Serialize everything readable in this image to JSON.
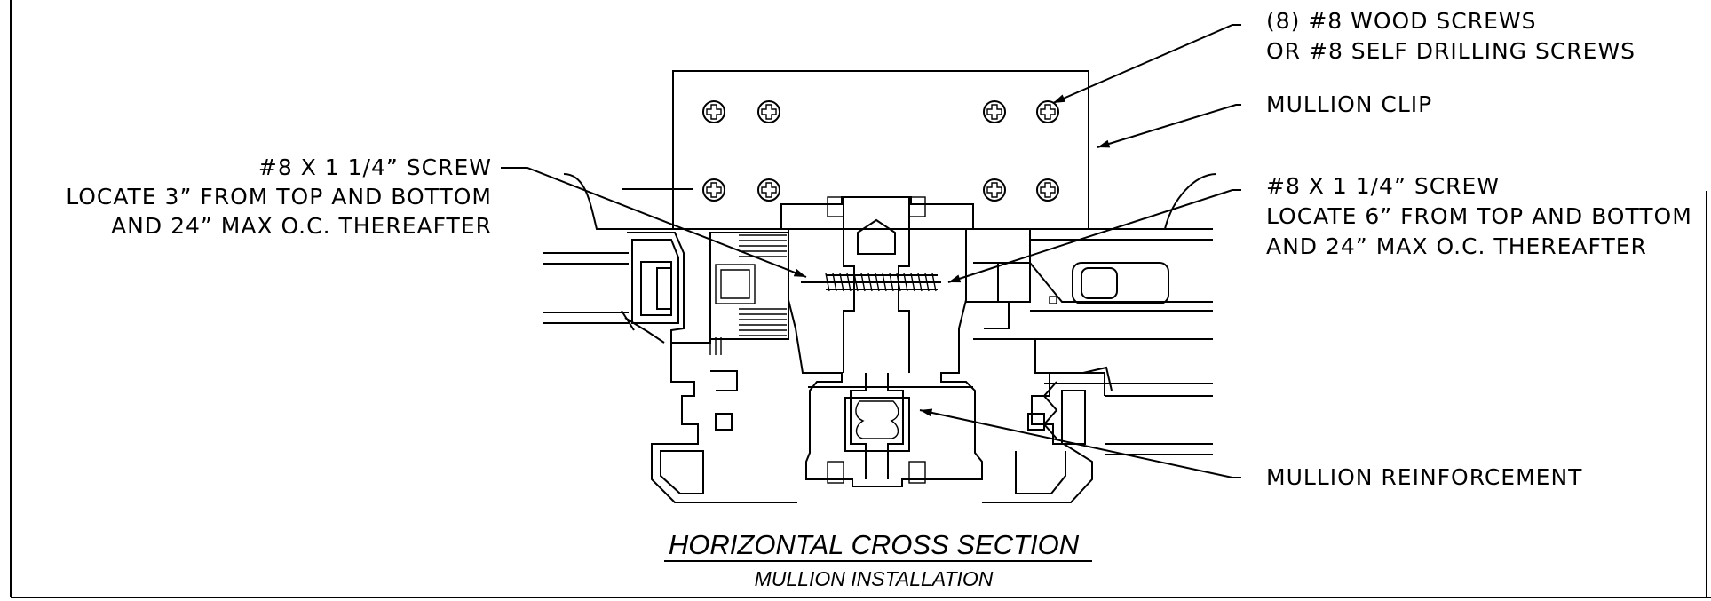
{
  "colors": {
    "ink": "#000000",
    "paper": "#ffffff"
  },
  "title": {
    "main": "HORIZONTAL CROSS SECTION",
    "sub": "MULLION INSTALLATION"
  },
  "callouts": {
    "wood_screws": {
      "line1": "(8) #8 WOOD SCREWS",
      "line2": "OR #8 SELF DRILLING SCREWS"
    },
    "mullion_clip": {
      "line1": "MULLION CLIP"
    },
    "screw_left": {
      "line1": "#8 X 1 1/4” SCREW",
      "line2": "LOCATE 3” FROM TOP AND BOTTOM",
      "line3": "AND 24” MAX O.C. THEREAFTER"
    },
    "screw_right": {
      "line1": "#8 X 1 1/4” SCREW",
      "line2": "LOCATE 6” FROM TOP AND BOTTOM",
      "line3": "AND 24” MAX O.C. THEREAFTER"
    },
    "reinforcement": {
      "line1": "MULLION REINFORCEMENT"
    }
  }
}
